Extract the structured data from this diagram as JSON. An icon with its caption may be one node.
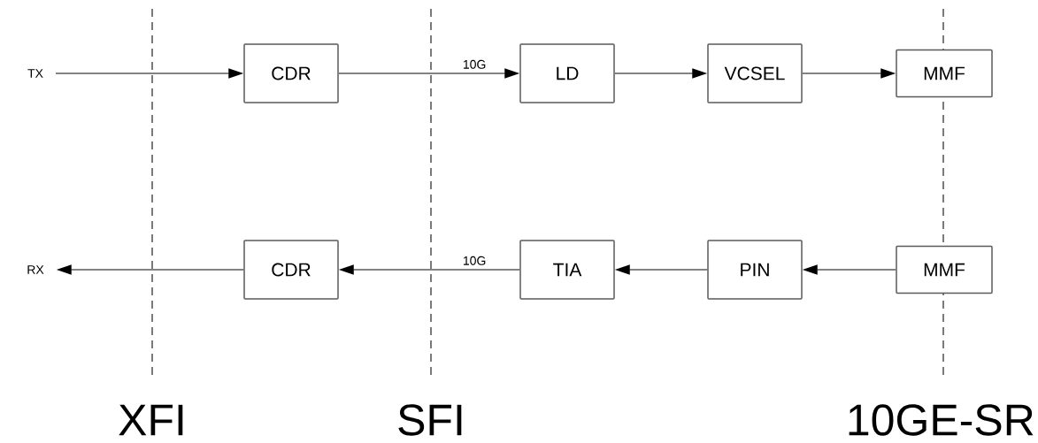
{
  "diagram": {
    "nodes": [
      {
        "text": [
          "TX"
        ]
      },
      {
        "text": [
          "CDR"
        ]
      },
      {
        "text": [
          "LD"
        ]
      },
      {
        "text": [
          "VCSEL"
        ]
      },
      {
        "text": [
          "MMF"
        ]
      },
      {
        "text": [
          "RX"
        ]
      },
      {
        "text": [
          "CDR"
        ]
      },
      {
        "text": [
          "TIA"
        ]
      },
      {
        "text": [
          "PIN"
        ]
      },
      {
        "text": [
          "MMF"
        ]
      }
    ],
    "edges": [
      {
        "from": 0,
        "to": 1,
        "arrow": "to"
      },
      {
        "from": 1,
        "to": 2,
        "arrow": "to",
        "label": "10G"
      },
      {
        "from": 2,
        "to": 3,
        "arrow": "to"
      },
      {
        "from": 3,
        "to": 4,
        "arrow": "to"
      },
      {
        "from": 9,
        "to": 8,
        "arrow": "to"
      },
      {
        "from": 8,
        "to": 7,
        "arrow": "to"
      },
      {
        "from": 7,
        "to": 6,
        "arrow": "to",
        "label": "10G"
      },
      {
        "from": 6,
        "to": 5,
        "arrow": "to"
      }
    ],
    "labels": [
      "XFI",
      "SFI",
      "10GE-SR"
    ]
  }
}
